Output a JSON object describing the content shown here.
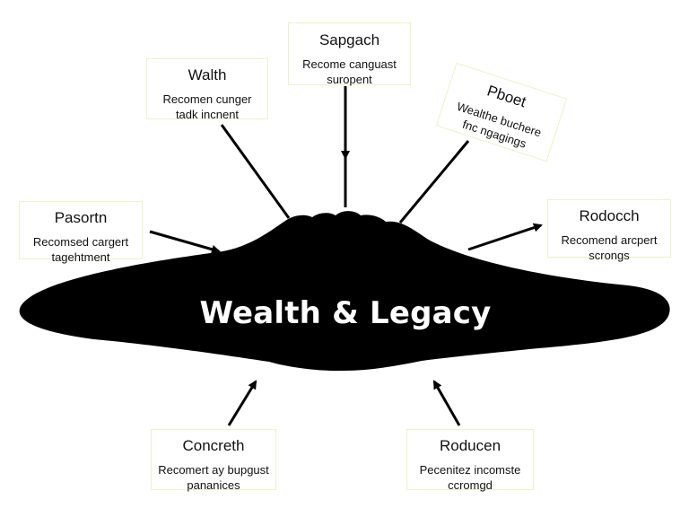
{
  "center": {
    "title": "Wealth & Legacy"
  },
  "nodes": [
    {
      "title": "Walth",
      "line1": "Recomen cunger",
      "line2": "tadk incnent"
    },
    {
      "title": "Sapgach",
      "line1": "Recome canguast",
      "line2": "suropent"
    },
    {
      "title": "Pboet",
      "line1": "Wealthe buchere",
      "line2": "fnc ngagings"
    },
    {
      "title": "Pasortn",
      "line1": "Recomsed cargert",
      "line2": "tagehtment"
    },
    {
      "title": "Rodocch",
      "line1": "Recomend arcpert",
      "line2": "scrongs"
    },
    {
      "title": "Concreth",
      "line1": "Recomert ay bupgust",
      "line2": "pananices"
    },
    {
      "title": "Roducen",
      "line1": "Pecenitez incomste",
      "line2": "ccromgd"
    }
  ],
  "colors": {
    "shape": "#000000",
    "arrow": "#000000",
    "card_border": "#eef2c4",
    "center_text": "#ffffff"
  }
}
